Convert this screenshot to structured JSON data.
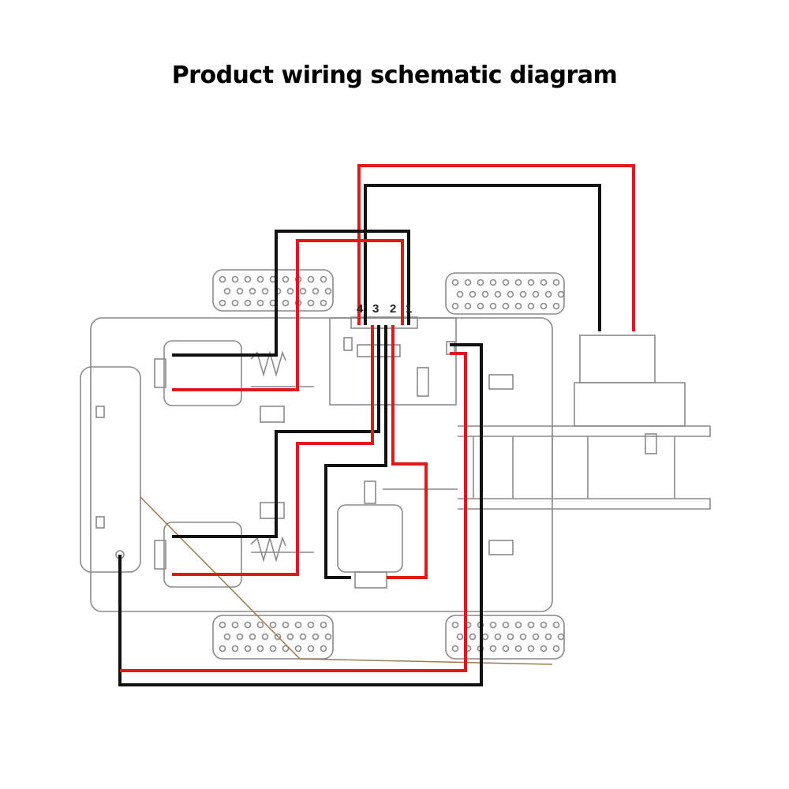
{
  "title": "Product wiring schematic diagram",
  "connector_pins": [
    "4",
    "3",
    "2",
    "1"
  ],
  "colors": {
    "positive_wire": "#e01818",
    "negative_wire": "#111111",
    "outline": "#8a8a8a"
  }
}
